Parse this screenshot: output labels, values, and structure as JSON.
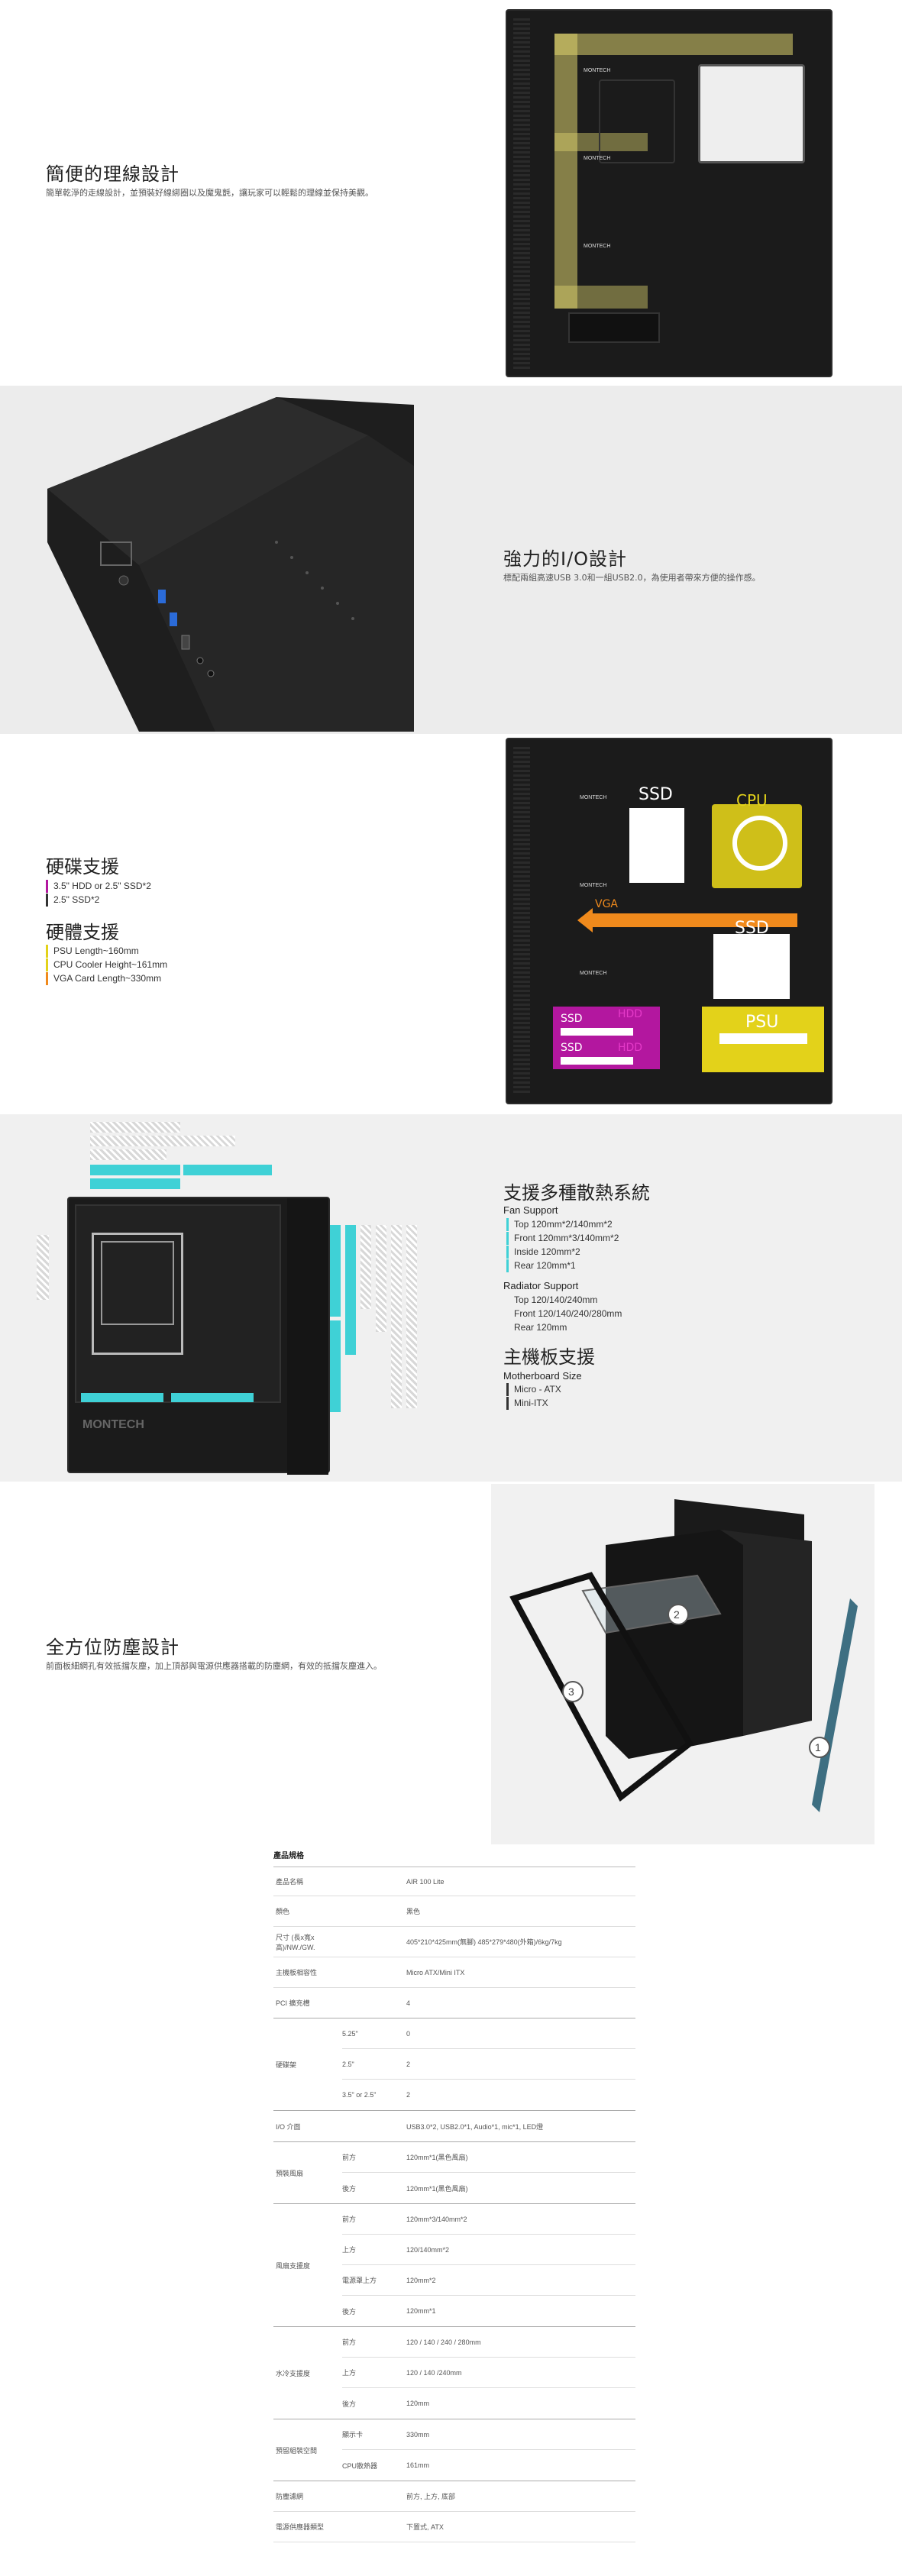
{
  "sections": {
    "cable": {
      "title": "簡便的理線設計",
      "desc": "簡單乾淨的走線設計，並預裝好線綁圈以及魔鬼氈，讓玩家可以輕鬆的理線並保持美觀。",
      "brand_labels": [
        "MONTECH",
        "MONTECH",
        "MONTECH"
      ]
    },
    "io": {
      "title": "強力的I/O設計",
      "desc": "標配兩組高速USB 3.0和一組USB2.0，為使用者帶來方便的操作感。"
    },
    "storage": {
      "title": "硬碟支援",
      "items": [
        "3.5\" HDD or 2.5\" SSD*2",
        "2.5\" SSD*2"
      ],
      "title2": "硬體支援",
      "items2": [
        "PSU Length~160mm",
        "CPU Cooler Height~161mm",
        "VGA Card Length~330mm"
      ],
      "tags": {
        "ssd1": "SSD",
        "cpu": "CPU",
        "vga": "VGA",
        "ssd2": "SSD",
        "ssd3": "SSD",
        "hdd1": "HDD",
        "ssd4": "SSD",
        "hdd2": "HDD",
        "psu": "PSU"
      },
      "brand_labels": [
        "MONTECH",
        "MONTECH",
        "MONTECH"
      ]
    },
    "cooling": {
      "title": "支援多種散熱系統",
      "fan_title": "Fan Support",
      "fan_items": [
        "Top 120mm*2/140mm*2",
        "Front 120mm*3/140mm*2",
        "Inside 120mm*2",
        "Rear 120mm*1"
      ],
      "rad_title": "Radiator Support",
      "rad_items": [
        "Top 120/140/240mm",
        "Front 120/140/240/280mm",
        "Rear 120mm"
      ],
      "mb_title": "主機板支援",
      "mb_sub": "Motherboard Size",
      "mb_items": [
        "Micro - ATX",
        "Mini-ITX"
      ],
      "brand": "MONTECH"
    },
    "dust": {
      "title": "全方位防塵設計",
      "desc": "前面板細網孔有效抵擋灰塵，加上頂部與電源供應器搭載的防塵網，有效的抵擋灰塵進入。",
      "markers": [
        "2",
        "3",
        "1"
      ]
    }
  },
  "spec": {
    "title": "產品規格",
    "rows": [
      {
        "label": "產品名稱",
        "value": "AIR 100 Lite"
      },
      {
        "label": "顏色",
        "value": "黑色"
      },
      {
        "label": "尺寸 (長x寬x高)/NW./GW.",
        "value": "405*210*425mm(無腳) 485*279*480(外箱)/6kg/7kg"
      },
      {
        "label": "主機板相容性",
        "value": "Micro ATX/Mini ITX"
      },
      {
        "label": "PCI 擴充槽",
        "value": "4"
      }
    ],
    "groups": [
      {
        "label": "硬碟架",
        "subs": [
          {
            "k": "5.25\"",
            "v": "0"
          },
          {
            "k": "2.5\"",
            "v": "2"
          },
          {
            "k": "3.5\" or 2.5\"",
            "v": "2"
          }
        ]
      },
      {
        "label": "I/O 介面",
        "subs": [
          {
            "k": "",
            "v": "USB3.0*2, USB2.0*1, Audio*1, mic*1, LED燈"
          }
        ]
      },
      {
        "label": "預裝風扇",
        "subs": [
          {
            "k": "前方",
            "v": "120mm*1(黑色風扇)"
          },
          {
            "k": "後方",
            "v": "120mm*1(黑色風扇)"
          }
        ]
      },
      {
        "label": "風扇支援度",
        "subs": [
          {
            "k": "前方",
            "v": "120mm*3/140mm*2"
          },
          {
            "k": "上方",
            "v": "120/140mm*2"
          },
          {
            "k": "電源罩上方",
            "v": "120mm*2"
          },
          {
            "k": "後方",
            "v": "120mm*1"
          }
        ]
      },
      {
        "label": "水冷支援度",
        "subs": [
          {
            "k": "前方",
            "v": "120 / 140 / 240 / 280mm"
          },
          {
            "k": "上方",
            "v": "120 / 140 /240mm"
          },
          {
            "k": "後方",
            "v": "120mm"
          }
        ]
      },
      {
        "label": "預留組裝空間",
        "subs": [
          {
            "k": "顯示卡",
            "v": "330mm"
          },
          {
            "k": "CPU散熱器",
            "v": "161mm"
          }
        ]
      }
    ],
    "tail": [
      {
        "label": "防塵濾網",
        "value": "前方, 上方, 底部"
      },
      {
        "label": "電源供應器類型",
        "value": "下置式, ATX"
      }
    ]
  },
  "colors": {
    "cyan": "#3fd1d6",
    "orange": "#f08a1c",
    "yellow": "#e3d21a",
    "purple": "#b3179f",
    "band": "#ececec"
  }
}
